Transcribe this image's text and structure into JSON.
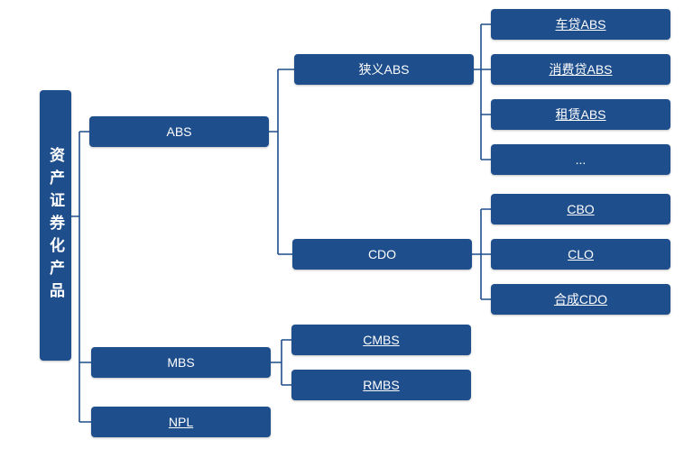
{
  "diagram": {
    "root": {
      "label": "资产证券化产品"
    },
    "abs": {
      "label": "ABS"
    },
    "narrow_abs": {
      "label": "狭义ABS"
    },
    "car_loan_abs": {
      "label": "车贷ABS"
    },
    "consumer_loan_abs": {
      "label": "消费贷ABS"
    },
    "lease_abs": {
      "label": "租赁ABS"
    },
    "ellipsis": {
      "label": "..."
    },
    "cdo": {
      "label": "CDO"
    },
    "cbo": {
      "label": "CBO"
    },
    "clo": {
      "label": "CLO"
    },
    "synthetic_cdo": {
      "label": "合成CDO"
    },
    "mbs": {
      "label": "MBS"
    },
    "cmbs": {
      "label": "CMBS"
    },
    "rmbs": {
      "label": "RMBS"
    },
    "npl": {
      "label": "NPL"
    }
  },
  "colors": {
    "node_fill": "#1f4e8c",
    "node_text": "#ffffff",
    "connector": "#1f4e8c"
  }
}
